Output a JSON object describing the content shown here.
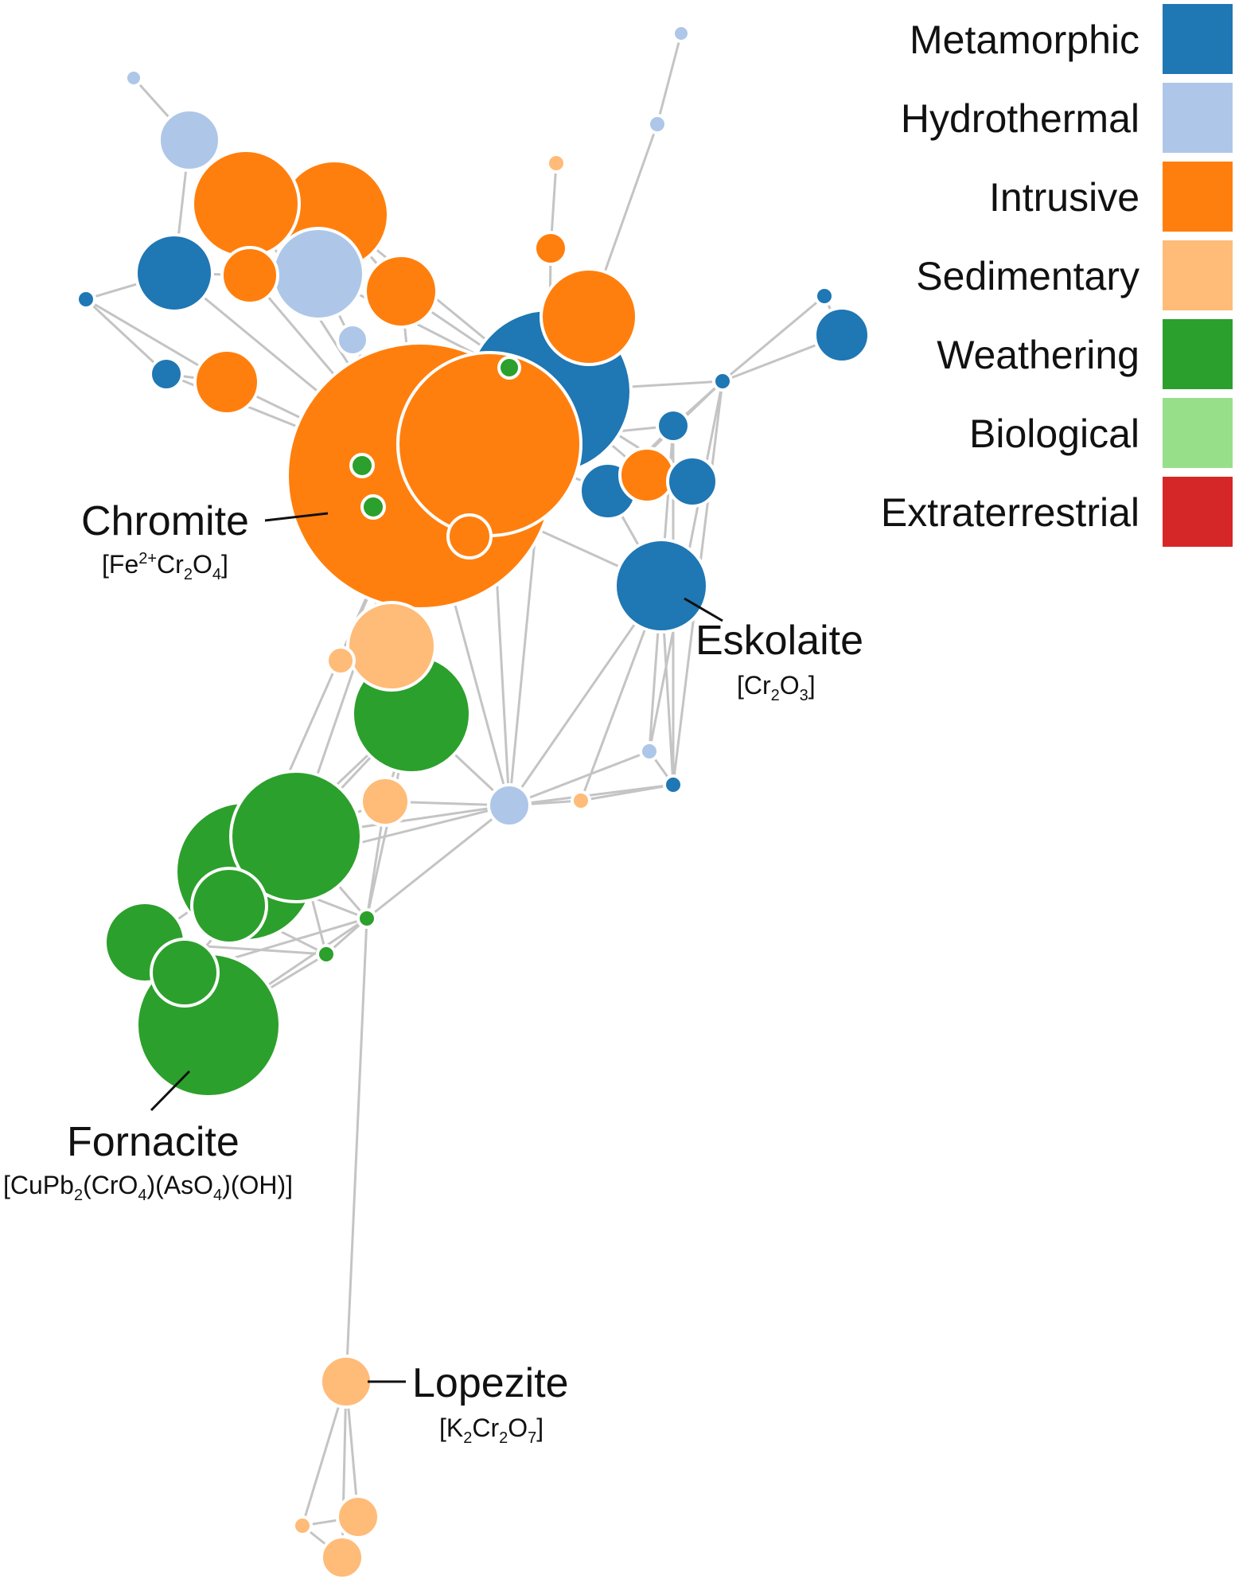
{
  "legend": [
    {
      "name": "Metamorphic",
      "color": "#1f77b4"
    },
    {
      "name": "Hydrothermal",
      "color": "#aec7e8"
    },
    {
      "name": "Intrusive",
      "color": "#ff7f0e"
    },
    {
      "name": "Sedimentary",
      "color": "#ffbb78"
    },
    {
      "name": "Weathering",
      "color": "#2ca02c"
    },
    {
      "name": "Biological",
      "color": "#98df8a"
    },
    {
      "name": "Extraterrestrial",
      "color": "#d62728"
    }
  ],
  "labels": {
    "chromite": {
      "name": "Chromite",
      "formula": "[Fe2+Cr2O4]"
    },
    "eskolaite": {
      "name": "Eskolaite",
      "formula": "[Cr2O3]"
    },
    "fornacite": {
      "name": "Fornacite",
      "formula": "[CuPb2(CrO4)(AsO4)(OH)]"
    },
    "lopezite": {
      "name": "Lopezite",
      "formula": "[K2Cr2O7]"
    }
  }
}
